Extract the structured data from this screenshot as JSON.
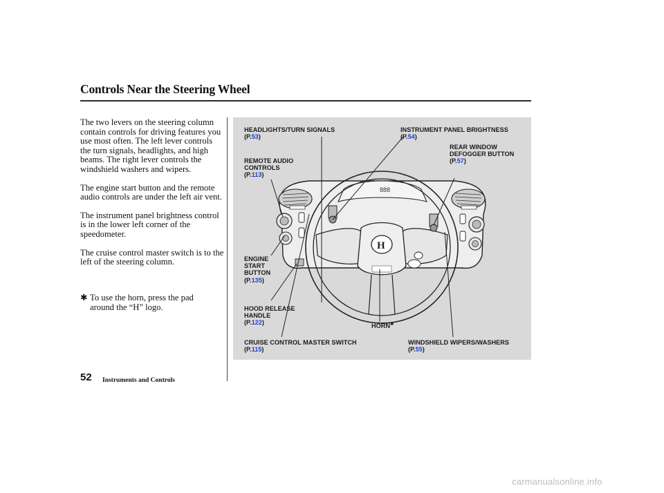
{
  "title": "Controls Near the Steering Wheel",
  "paragraphs": [
    "The two levers on the steering column contain controls for driving features you use most often. The left lever controls the turn signals, headlights, and high beams. The right lever controls the windshield washers and wipers.",
    "The engine start button and the remote audio controls are under the left air vent.",
    "The instrument panel brightness control is in the lower left corner of the speedometer.",
    "The cruise control master switch is to the left of the steering column."
  ],
  "note": {
    "symbol": "✱",
    "text": "To use the horn, press the pad around the “H” logo."
  },
  "footer": {
    "page_number": "52",
    "section": "Instruments and Controls"
  },
  "labels": {
    "headlights": {
      "line1": "HEADLIGHTS/TURN SIGNALS",
      "page": "53"
    },
    "brightness": {
      "line1": "INSTRUMENT PANEL BRIGHTNESS",
      "page": "54"
    },
    "audio": {
      "line1": "REMOTE AUDIO",
      "line2": "CONTROLS",
      "page": "113"
    },
    "defogger": {
      "line1": "REAR WINDOW",
      "line2": "DEFOGGER BUTTON",
      "page": "57"
    },
    "engine": {
      "line1": "ENGINE",
      "line2": "START",
      "line3": "BUTTON",
      "page": "135"
    },
    "hood": {
      "line1": "HOOD RELEASE",
      "line2": "HANDLE",
      "page": "122"
    },
    "horn": {
      "line1": "HORN",
      "mark": "✱"
    },
    "cruise": {
      "line1": "CRUISE CONTROL MASTER SWITCH",
      "page": "115"
    },
    "wipers": {
      "line1": "WINDSHIELD WIPERS/WASHERS",
      "page": "55"
    },
    "page_prefix": "(P.",
    "page_suffix": ")"
  },
  "watermark": "carmanualsonline.info",
  "colors": {
    "link": "#1e3fc8",
    "panel": "#d9d9d9"
  }
}
